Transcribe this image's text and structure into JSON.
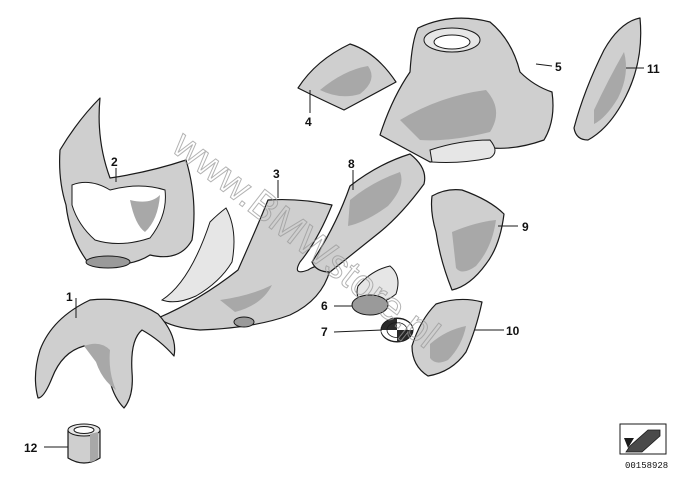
{
  "watermark": "www.BMWstore.pl",
  "callouts": {
    "c1": "1",
    "c2": "2",
    "c3": "3",
    "c4": "4",
    "c5": "5",
    "c6": "6",
    "c7": "7",
    "c8": "8",
    "c9": "9",
    "c10": "10",
    "c11": "11",
    "c12": "12"
  },
  "document_number": "00158928",
  "colors": {
    "part_fill": "#cfcfcf",
    "outline": "#1a1a1a",
    "watermark": "#9a9a9a"
  }
}
